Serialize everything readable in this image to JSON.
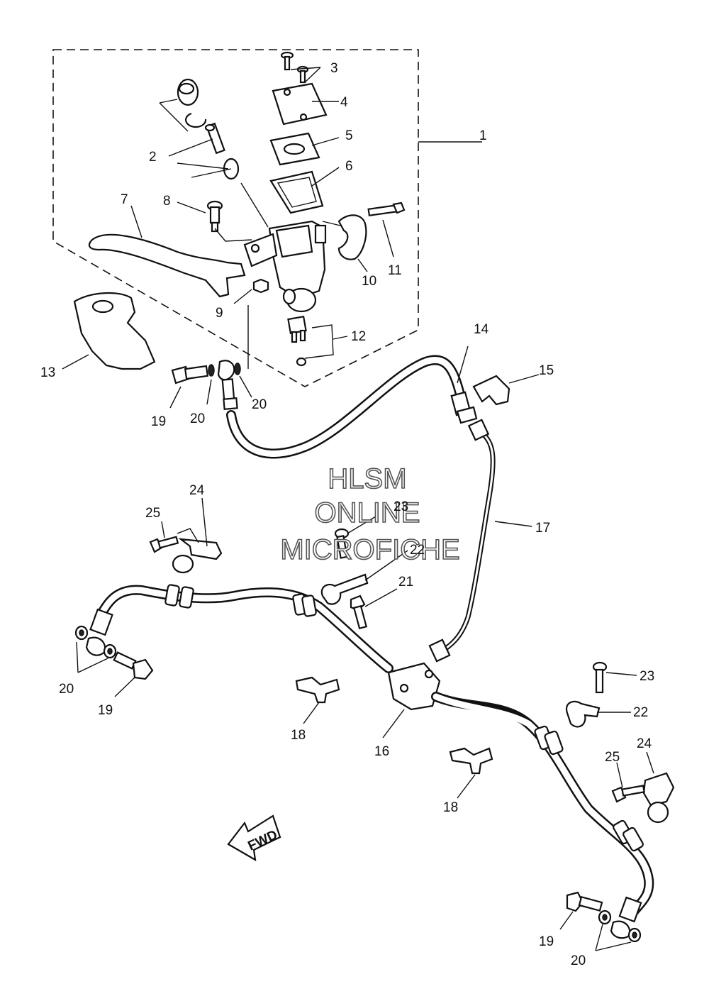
{
  "callouts": {
    "c1": "1",
    "c2": "2",
    "c3": "3",
    "c4": "4",
    "c5": "5",
    "c6": "6",
    "c7": "7",
    "c8": "8",
    "c9": "9",
    "c10": "10",
    "c11": "11",
    "c12": "12",
    "c13": "13",
    "c14": "14",
    "c15": "15",
    "c16": "16",
    "c17": "17",
    "c18a": "18",
    "c18b": "18",
    "c19a": "19",
    "c19b": "19",
    "c19c": "19",
    "c20a": "20",
    "c20b": "20",
    "c20c": "20",
    "c20d": "20",
    "c21": "21",
    "c22a": "22",
    "c22b": "22",
    "c23a": "23",
    "c23b": "23",
    "c24a": "24",
    "c24b": "24",
    "c25a": "25",
    "c25b": "25"
  },
  "watermark": {
    "line1": "HLSM",
    "line2": "ONLINE",
    "line3": "MICROFICHE"
  },
  "arrow_label": "FWD"
}
